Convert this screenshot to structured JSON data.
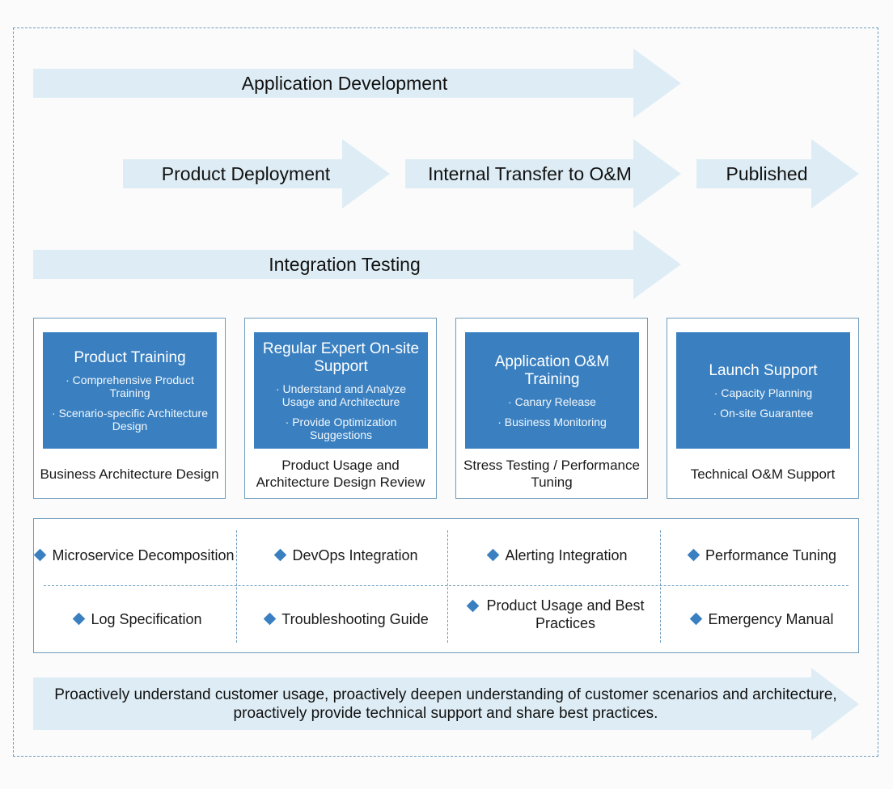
{
  "arrows": {
    "application_development": "Application Development",
    "product_deployment": "Product Deployment",
    "internal_transfer": "Internal Transfer to O&M",
    "published": "Published",
    "integration_testing": "Integration Testing"
  },
  "cards": [
    {
      "title": "Product Training",
      "bullets": [
        "· Comprehensive Product Training",
        "· Scenario-specific Architecture Design"
      ],
      "caption": "Business Architecture Design"
    },
    {
      "title": "Regular Expert On-site Support",
      "bullets": [
        "· Understand and Analyze Usage and Architecture",
        "· Provide Optimization Suggestions"
      ],
      "caption": "Product Usage and Architecture Design Review"
    },
    {
      "title": "Application O&M Training",
      "bullets": [
        "· Canary Release",
        "· Business Monitoring"
      ],
      "caption": "Stress Testing / Performance Tuning"
    },
    {
      "title": "Launch Support",
      "bullets": [
        "· Capacity Planning",
        "· On-site Guarantee"
      ],
      "caption": "Technical O&M Support"
    }
  ],
  "deliverables": {
    "row1": [
      "Microservice Decomposition",
      "DevOps Integration",
      "Alerting Integration",
      "Performance Tuning"
    ],
    "row2": [
      "Log Specification",
      "Troubleshooting Guide",
      "Product Usage and Best Practices",
      "Emergency Manual"
    ]
  },
  "summary": {
    "line1": "Proactively understand customer usage, proactively deepen understanding of customer scenarios and architecture,",
    "line2": "proactively provide technical support and share best practices."
  },
  "colors": {
    "arrow_fill": "#deedf5",
    "card_fill": "#3a80c1",
    "border": "#6f9cbd"
  }
}
